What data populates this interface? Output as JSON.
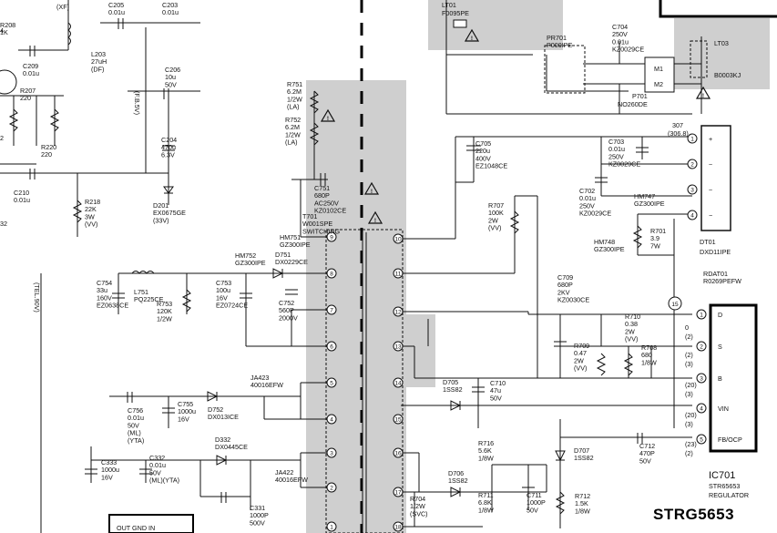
{
  "title": "STRG5653",
  "ic": {
    "ref": "IC701",
    "part": "STR65653",
    "desc": "REGULATOR",
    "pins": [
      {
        "num": "1",
        "name": "D"
      },
      {
        "num": "2",
        "name": "S"
      },
      {
        "num": "3",
        "name": "B"
      },
      {
        "num": "4",
        "name": "VIN"
      },
      {
        "num": "5",
        "name": "FB/OCP"
      }
    ]
  },
  "bridge": {
    "ref": "DT01",
    "part": "DXD11IPE",
    "pins": [
      "1",
      "2",
      "3",
      "4"
    ],
    "pin_marks": [
      "+",
      "~",
      "~",
      "−"
    ]
  },
  "fuse_lt01": [
    "LT01",
    "F0095PE"
  ],
  "lt03": [
    "LT03",
    "B0003KJ"
  ],
  "pr701": [
    "PR701",
    "P000IPE"
  ],
  "p701": [
    "P701",
    "NO260DE"
  ],
  "m1": "M1",
  "m2": "M2",
  "labels": {
    "C704": [
      "C704",
      "250V",
      "0.01u",
      "KZ0029CE"
    ],
    "C705": [
      "C705",
      "220u",
      "400V",
      "EZ1048CE"
    ],
    "C703": [
      "C703",
      "0.01u",
      "250V",
      "KZ0029CE"
    ],
    "C702": [
      "C702",
      "0.01u",
      "250V",
      "KZ0029CE"
    ],
    "HM747": [
      "HM747",
      "GZ300IPE"
    ],
    "HM748": [
      "HM748",
      "GZ300IPE"
    ],
    "R701": [
      "R701",
      "3.9",
      "7W"
    ],
    "R707": [
      "R707",
      "100K",
      "2W",
      "(VV)"
    ],
    "C709": [
      "C709",
      "680P",
      "2KV",
      "KZ0030CE"
    ],
    "RDAT01": [
      "RDAT01",
      "R0269PEFW"
    ],
    "R710": [
      "R710",
      "0.38",
      "2W",
      "(VV)"
    ],
    "R709": [
      "R709",
      "0.47",
      "2W",
      "(VV)"
    ],
    "R708": [
      "R708",
      "680",
      "1/8W"
    ],
    "D705": [
      "D705",
      "1SS82"
    ],
    "C710": [
      "C710",
      "47u",
      "50V"
    ],
    "D707": [
      "D707",
      "1SS82"
    ],
    "C712": [
      "C712",
      "470P",
      "50V"
    ],
    "R716": [
      "R716",
      "5.6K",
      "1/8W"
    ],
    "R711": [
      "R711",
      "6.8K",
      "1/8W"
    ],
    "D706": [
      "D706",
      "1SS82"
    ],
    "C711": [
      "C711",
      "1000P",
      "50V"
    ],
    "R712": [
      "R712",
      "1.5K",
      "1/8W"
    ],
    "R704": [
      "R704",
      "1/2W",
      "(SVC)"
    ],
    "R751": [
      "R751",
      "6.2M",
      "1/2W",
      "(LA)"
    ],
    "R752": [
      "R752",
      "6.2M",
      "1/2W",
      "(LA)"
    ],
    "C751": [
      "C751",
      "680P",
      "AC250V",
      "KZ0102CE"
    ],
    "T701": [
      "T701",
      "W001SPE",
      "SWITCHING"
    ],
    "HM751": [
      "HM751",
      "GZ300IPE"
    ],
    "HM752": [
      "HM752",
      "GZ300IPE"
    ],
    "D751": [
      "D751",
      "DX0229CE"
    ],
    "C752": [
      "C752",
      "560P",
      "2000V"
    ],
    "C753": [
      "C753",
      "100u",
      "16V",
      "EZ0724CE"
    ],
    "R753": [
      "R753",
      "120K",
      "1/2W"
    ],
    "L751": [
      "L751",
      "PQ225CE"
    ],
    "C754": [
      "C754",
      "33u",
      "160V",
      "EZ0638CE"
    ],
    "JA423": [
      "JA423",
      "40016EFW"
    ],
    "C755": [
      "C755",
      "1000u",
      "16V"
    ],
    "D752": [
      "D752",
      "DX013ICE"
    ],
    "C756": [
      "C756",
      "0.01u",
      "50V",
      "(ML)",
      "(YTA)"
    ],
    "D332": [
      "D332",
      "DX0445CE"
    ],
    "C333": [
      "C333",
      "1000u",
      "16V"
    ],
    "C332": [
      "C332",
      "0.01u",
      "50V",
      "(ML)(YTA)"
    ],
    "JA422": [
      "JA422",
      "40016EFW"
    ],
    "C331": [
      "C331",
      "1000P",
      "500V"
    ],
    "R218": [
      "R218",
      "22K",
      "3W",
      "(VV)"
    ],
    "D201": [
      "D201",
      "EX0675GE",
      "(33V)"
    ],
    "C204": [
      "C204",
      "470u",
      "6.3V"
    ],
    "C206": [
      "C206",
      "10u",
      "50V"
    ],
    "L203": [
      "L203",
      "27uH",
      "(DF)"
    ],
    "C205": [
      "C205",
      "0.01u"
    ],
    "C203": [
      "C203",
      "0.01u"
    ],
    "C209": [
      "C209",
      "0.01u"
    ],
    "R207": [
      "R207",
      "220"
    ],
    "R220": [
      "R220",
      "220"
    ],
    "C210": [
      "C210",
      "0.01u"
    ],
    "R208": [
      "R208",
      "1K"
    ],
    "net_xf": "(XF)",
    "net_15v": "(F.B.5V)",
    "net_tel": "(TEL.90V)",
    "node_307": "307",
    "node_3068": "(306.8)",
    "node_15": "15",
    "node_num32": "32",
    "node_num2": "2",
    "node_num4": "4",
    "ic_pin_vals": [
      "0",
      "(2)",
      "(2)",
      "(3)",
      "(20)",
      "(3)",
      "(20)",
      "(3)",
      "(23)",
      "(2)"
    ],
    "bottom_ic": "OUT  GND  IN"
  }
}
